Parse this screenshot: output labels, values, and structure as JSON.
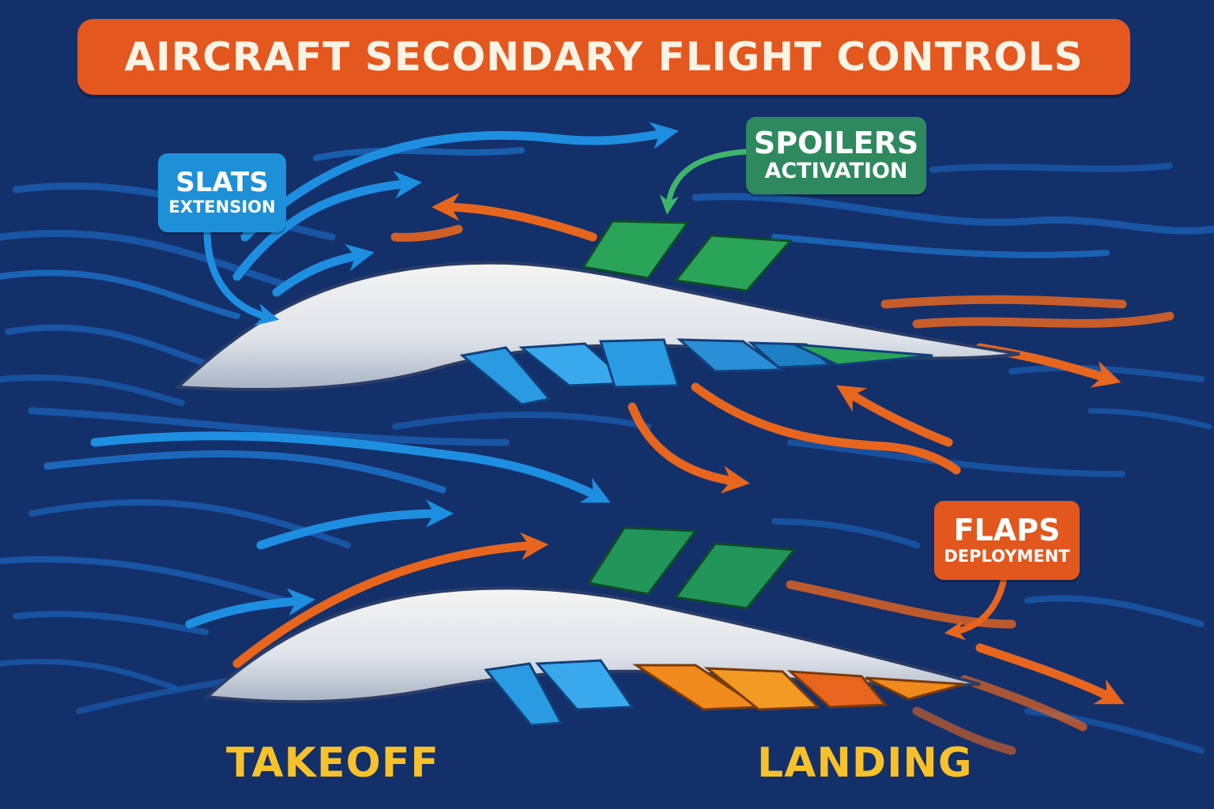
{
  "title": "AIRCRAFT SECONDARY FLIGHT CONTROLS",
  "callouts": {
    "slats": {
      "main": "SLATS",
      "sub": "EXTENSION"
    },
    "spoilers": {
      "main": "SPOILERS",
      "sub": "ACTIVATION"
    },
    "flaps": {
      "main": "FLAPS",
      "sub": "DEPLOYMENT"
    }
  },
  "wings": {
    "takeoff": {
      "label": "TAKEOFF"
    },
    "landing": {
      "label": "LANDING"
    }
  },
  "colors": {
    "background": "#13306b",
    "title_banner": "#e4571f",
    "airflow_blue": "#1e8ee0",
    "airflow_orange": "#e8651e",
    "spoiler_green": "#2aa458",
    "slat_blue": "#2a9be2",
    "flap_orange": "#f08a1c",
    "wing_white": "#e9ecf1",
    "label_yellow": "#f6c12a"
  }
}
